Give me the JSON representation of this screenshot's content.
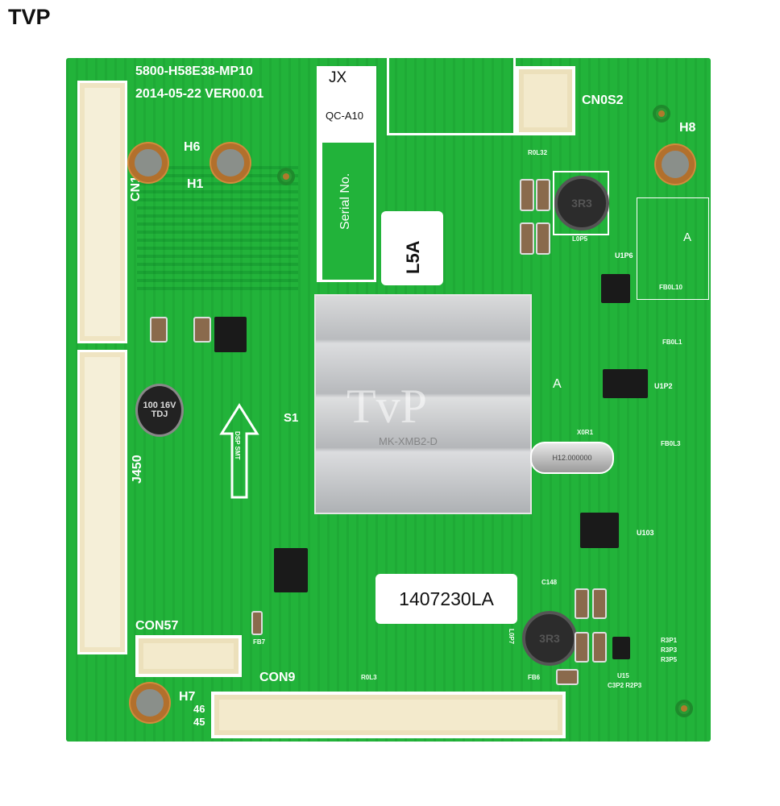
{
  "corner_mark": "TVP",
  "board": {
    "model": "5800-H58E38-MP10",
    "date_version": "2014-05-22 VER00.01",
    "sticker_top": {
      "line1": "JX",
      "line2": "QC-A10",
      "serial_label": "Serial No."
    },
    "sticker_l5a": "L5A",
    "sticker_serial": "1407230LA",
    "watermark": "TvP",
    "heatsink_marking": "MK-XMB2-D",
    "crystal_marking": "H12.000000",
    "electrolytic_cap": "100 16V TDJ",
    "inductor_marking": "3R3",
    "arrow_text": "DSP SMT",
    "labels": {
      "cn13": "CN13",
      "j450": "J450",
      "con57": "CON57",
      "con9": "CON9",
      "cnos2": "CN0S2",
      "h1": "H1",
      "h6": "H6",
      "h7": "H7",
      "h8": "H8",
      "s1": "S1",
      "a1": "A",
      "a2": "A",
      "u1p6": "U1P6",
      "u1p2": "U1P2",
      "u103": "U103",
      "u15": "U15",
      "x0r1": "X0R1",
      "l0p5": "L0P5",
      "l0p7": "L0P7",
      "fb0l1": "FB0L1",
      "fb0l3": "FB0L3",
      "fb0l10": "FB0L10",
      "fb6": "FB6",
      "fb7": "FB7",
      "r3p1": "R3P1",
      "r3p3": "R3P3",
      "r3p5": "R3P5",
      "c3p2r2p3": "C3P2 R2P3",
      "r0l32": "R0L32",
      "r0l3": "R0L3",
      "c148": "C148",
      "pin46": "46",
      "pin45": "45"
    }
  }
}
